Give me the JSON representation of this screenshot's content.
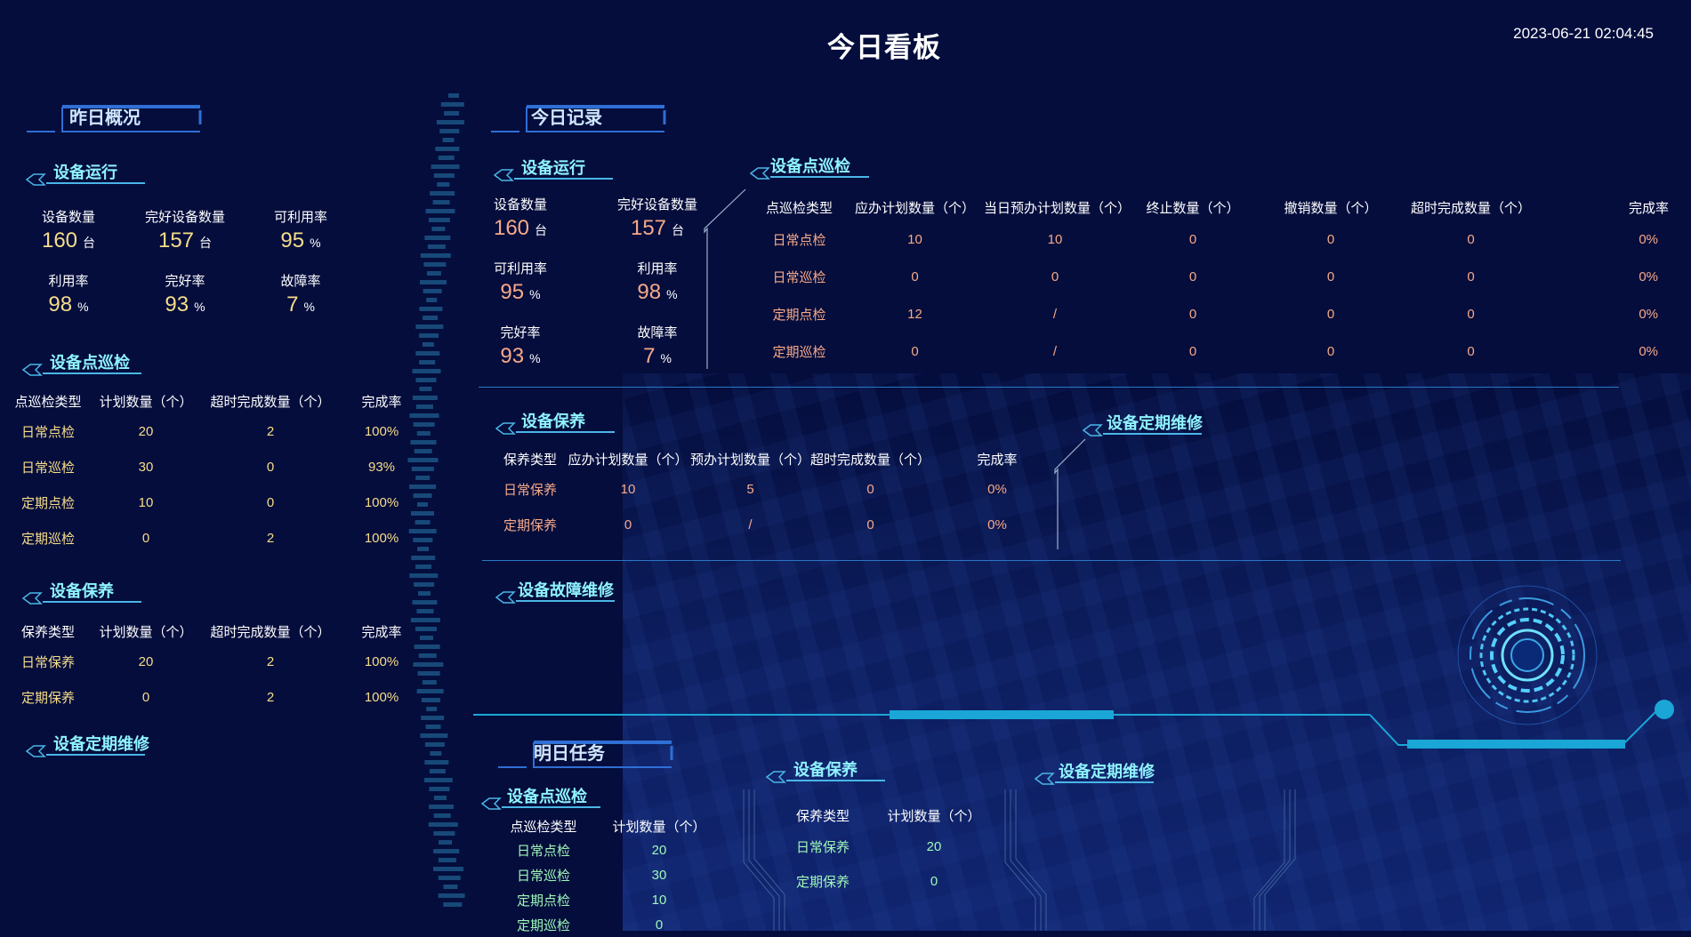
{
  "header": {
    "title": "今日看板",
    "datetime": "2023-06-21 02:04:45"
  },
  "yesterday": {
    "title": "昨日概况",
    "run": {
      "title": "设备运行",
      "stats": [
        {
          "label": "设备数量",
          "value": "160",
          "unit": "台"
        },
        {
          "label": "完好设备数量",
          "value": "157",
          "unit": "台"
        },
        {
          "label": "可利用率",
          "value": "95",
          "unit": "%"
        },
        {
          "label": "利用率",
          "value": "98",
          "unit": "%"
        },
        {
          "label": "完好率",
          "value": "93",
          "unit": "%"
        },
        {
          "label": "故障率",
          "value": "7",
          "unit": "%"
        }
      ]
    },
    "inspect": {
      "title": "设备点巡检",
      "headers": [
        "点巡检类型",
        "计划数量（个）",
        "超时完成数量（个）",
        "完成率"
      ],
      "rows": [
        [
          "日常点检",
          "20",
          "2",
          "100%"
        ],
        [
          "日常巡检",
          "30",
          "0",
          "93%"
        ],
        [
          "定期点检",
          "10",
          "0",
          "100%"
        ],
        [
          "定期巡检",
          "0",
          "2",
          "100%"
        ]
      ]
    },
    "maintain": {
      "title": "设备保养",
      "headers": [
        "保养类型",
        "计划数量（个）",
        "超时完成数量（个）",
        "完成率"
      ],
      "rows": [
        [
          "日常保养",
          "20",
          "2",
          "100%"
        ],
        [
          "定期保养",
          "0",
          "2",
          "100%"
        ]
      ]
    },
    "repair": {
      "title": "设备定期维修"
    }
  },
  "today": {
    "title": "今日记录",
    "run": {
      "title": "设备运行",
      "stats": [
        {
          "label": "设备数量",
          "value": "160",
          "unit": "台"
        },
        {
          "label": "完好设备数量",
          "value": "157",
          "unit": "台"
        },
        {
          "label": "可利用率",
          "value": "95",
          "unit": "%"
        },
        {
          "label": "利用率",
          "value": "98",
          "unit": "%"
        },
        {
          "label": "完好率",
          "value": "93",
          "unit": "%"
        },
        {
          "label": "故障率",
          "value": "7",
          "unit": "%"
        }
      ]
    },
    "inspect": {
      "title": "设备点巡检",
      "headers": [
        "点巡检类型",
        "应办计划数量（个）",
        "当日预办计划数量（个）",
        "终止数量（个）",
        "撤销数量（个）",
        "超时完成数量（个）",
        "完成率"
      ],
      "rows": [
        [
          "日常点检",
          "10",
          "10",
          "0",
          "0",
          "0",
          "0%"
        ],
        [
          "日常巡检",
          "0",
          "0",
          "0",
          "0",
          "0",
          "0%"
        ],
        [
          "定期点检",
          "12",
          "/",
          "0",
          "0",
          "0",
          "0%"
        ],
        [
          "定期巡检",
          "0",
          "/",
          "0",
          "0",
          "0",
          "0%"
        ]
      ]
    },
    "maintain": {
      "title": "设备保养",
      "headers": [
        "保养类型",
        "应办计划数量（个）",
        "预办计划数量（个）",
        "超时完成数量（个）",
        "完成率"
      ],
      "rows": [
        [
          "日常保养",
          "10",
          "5",
          "0",
          "0%"
        ],
        [
          "定期保养",
          "0",
          "/",
          "0",
          "0%"
        ]
      ]
    },
    "repair": {
      "title": "设备定期维修"
    },
    "fault": {
      "title": "设备故障维修"
    }
  },
  "tomorrow": {
    "title": "明日任务",
    "inspect": {
      "title": "设备点巡检",
      "headers": [
        "点巡检类型",
        "计划数量（个）"
      ],
      "rows": [
        [
          "日常点检",
          "20"
        ],
        [
          "日常巡检",
          "30"
        ],
        [
          "定期点检",
          "10"
        ],
        [
          "定期巡检",
          "0"
        ]
      ]
    },
    "maintain": {
      "title": "设备保养",
      "headers": [
        "保养类型",
        "计划数量（个）"
      ],
      "rows": [
        [
          "日常保养",
          "20"
        ],
        [
          "定期保养",
          "0"
        ]
      ]
    },
    "repair": {
      "title": "设备定期维修"
    }
  },
  "colors": {
    "accent": "#1aa6d6",
    "value_yellow": "#f7dd8a",
    "value_orange": "#f7a988",
    "value_green": "#9ff7b8",
    "section_title": "#8ff3ff"
  }
}
